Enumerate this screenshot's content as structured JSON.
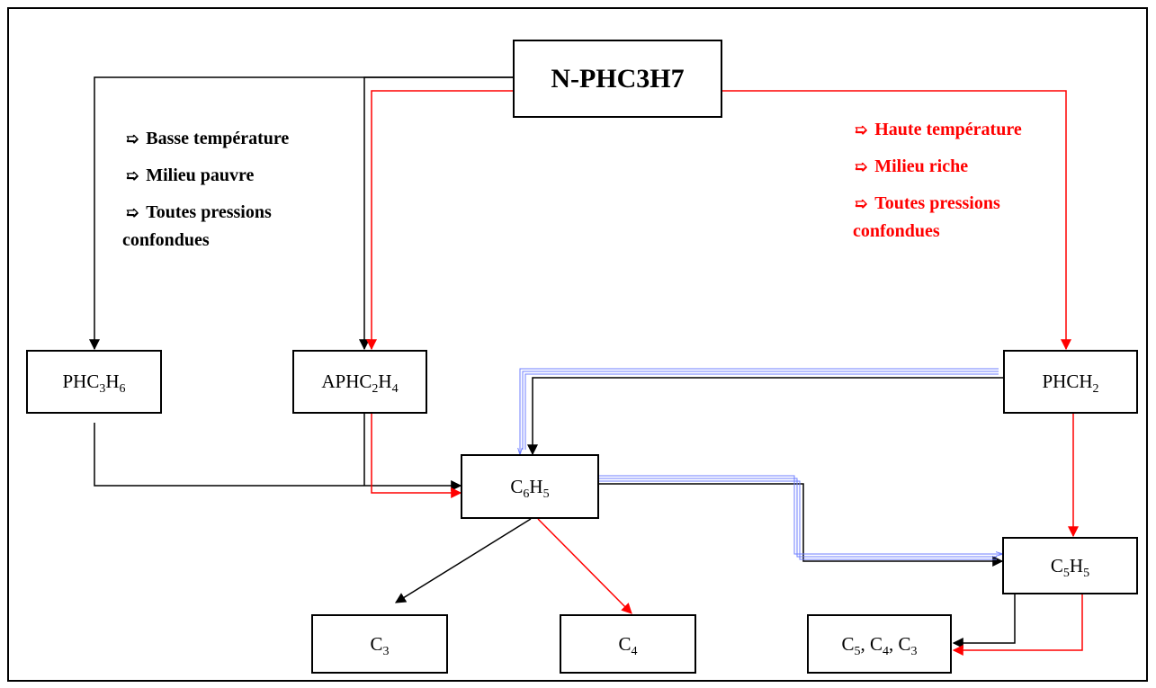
{
  "colors": {
    "black": "#000000",
    "red": "#ff0000",
    "blue": "#6f7fff"
  },
  "nodes": {
    "root": "N-PHC3H7",
    "phc3h6": {
      "main": "PHC",
      "s1": "3",
      "m2": "H",
      "s2": "6"
    },
    "aphc2h4": {
      "main": "APHC",
      "s1": "2",
      "m2": "H",
      "s2": "4"
    },
    "phch2": {
      "main": "PHCH",
      "s1": "2"
    },
    "c6h5": {
      "main": "C",
      "s1": "6",
      "m2": "H",
      "s2": "5"
    },
    "c5h5": {
      "main": "C",
      "s1": "5",
      "m2": "H",
      "s2": "5"
    },
    "c3": {
      "main": "C",
      "s1": "3"
    },
    "c4": {
      "main": "C",
      "s1": "4"
    },
    "c543": {
      "p1": "C",
      "s1": "5",
      "p2": ", C",
      "s2": "4",
      "p3": ", C",
      "s3": "3"
    }
  },
  "conditions_left": {
    "bullet_icon": "pointing-arrow-icon",
    "items": [
      "Basse température",
      "Milieu pauvre",
      "Toutes pressions"
    ],
    "continuation": "confondues"
  },
  "conditions_right": {
    "bullet_icon": "pointing-arrow-icon",
    "items": [
      "Haute température",
      "Milieu riche",
      "Toutes pressions"
    ],
    "continuation": "confondues"
  }
}
